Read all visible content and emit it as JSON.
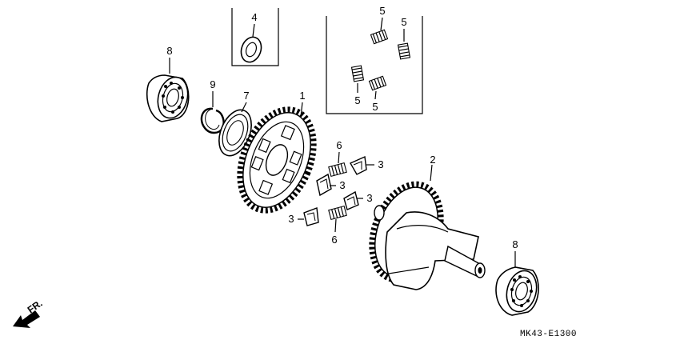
{
  "diagram": {
    "reference_code": "MK43-E1300",
    "direction_label": "FR.",
    "callouts": {
      "gear": "1",
      "balancer_shaft": "2",
      "damper_a": "3",
      "damper_b": "3",
      "damper_c": "3",
      "damper_d": "3",
      "washer": "4",
      "spring_a": "5",
      "spring_b": "5",
      "spring_c": "5",
      "spring_d": "5",
      "spring_top_a": "6",
      "spring_top_b": "6",
      "plate": "7",
      "bearing_left": "8",
      "bearing_right": "8",
      "circlip": "9"
    }
  }
}
